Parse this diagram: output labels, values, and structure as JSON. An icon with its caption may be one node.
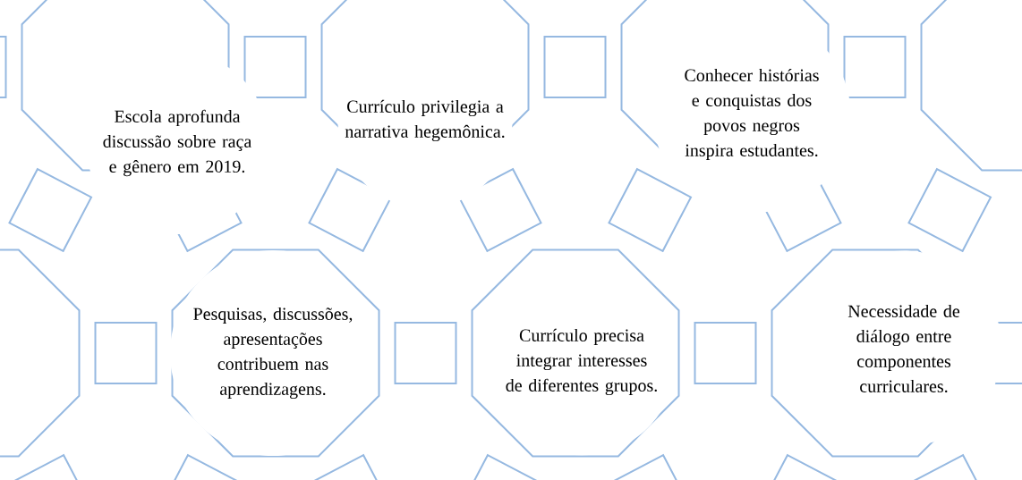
{
  "diagram": {
    "nodes": [
      {
        "text": [
          "Escola aprofunda discussão sobre raça e gênero em 2019."
        ]
      },
      {
        "text": [
          "Currículo privilegia a narrativa hegemônica."
        ]
      },
      {
        "text": [
          "Conhecer histórias e conquistas dos povos negros inspira estudantes."
        ]
      },
      {
        "text": [
          "Pesquisas, discussões, apresentações contribuem nas aprendizagens."
        ]
      },
      {
        "text": [
          "Currículo precisa integrar interesses de diferentes grupos."
        ]
      },
      {
        "text": [
          "Necessidade de diálogo entre componentes curriculares."
        ]
      }
    ]
  }
}
